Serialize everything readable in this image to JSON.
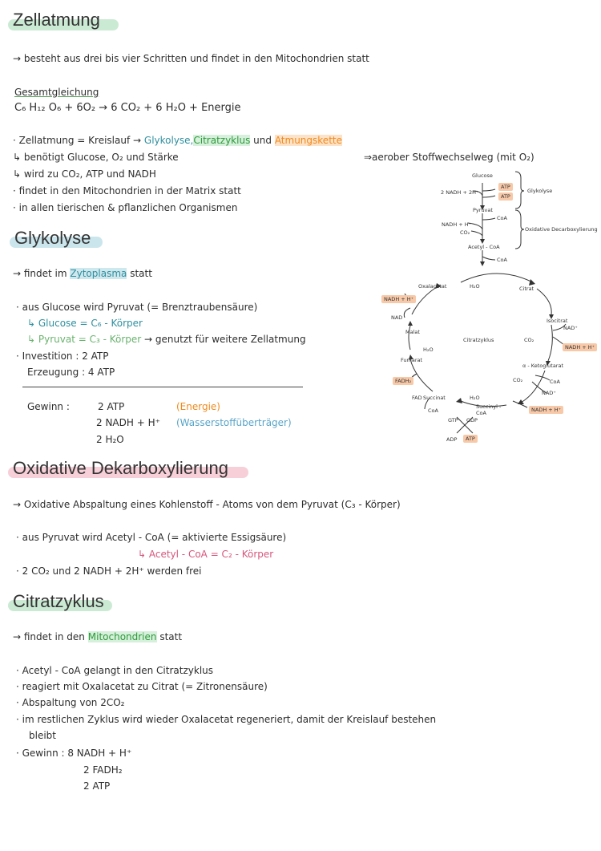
{
  "sections": {
    "zellatmung": {
      "title": "Zellatmung",
      "intro": "→ besteht aus drei bis vier Schritten und findet in den Mitochondrien statt",
      "equation_label": "Gesamtgleichung",
      "equation": "C₆ H₁₂ O₆ + 6O₂ → 6 CO₂ + 6 H₂O + Energie",
      "b1_pre": "· Zellatmung = Kreislauf →",
      "b1_glyk": "Glykolyse,",
      "b1_citrat": "Citratzyklus",
      "b1_und": "und",
      "b1_atm": "Atmungskette",
      "b2": "↳ benötigt Glucose, O₂ und Stärke",
      "b2_right": "⇒aerober Stoffwechselweg (mit O₂)",
      "b3": "↳ wird zu CO₂, ATP und NADH",
      "b4": "· findet in den Mitochondrien in der Matrix statt",
      "b5": "· in allen tierischen & pflanzlichen Organismen"
    },
    "glykolyse": {
      "title": "Glykolyse",
      "intro_pre": "→ findet im",
      "intro_hl": "Zytoplasma",
      "intro_post": "statt",
      "b1": "· aus Glucose wird Pyruvat (= Brenztraubensäure)",
      "b2": "↳ Glucose = C₆ - Körper",
      "b3": "↳ Pyruvat = C₃ - Körper",
      "b3_post": "→ genutzt für weitere Zellatmung",
      "b4": "· Investition : 2 ATP",
      "b5": "Erzeugung : 4 ATP",
      "gewinn_label": "Gewinn :",
      "g1": "2 ATP",
      "g1_note": "(Energie)",
      "g2": "2 NADH + H⁺",
      "g2_note": "(Wasserstoffüberträger)",
      "g3": "2 H₂O"
    },
    "dekarboxylierung": {
      "title": "Oxidative Dekarboxylierung",
      "intro": "→ Oxidative Abspaltung eines Kohlenstoff - Atoms von dem Pyruvat (C₃ - Körper)",
      "b1": "· aus Pyruvat wird Acetyl - CoA (= aktivierte Essigsäure)",
      "b2": "↳ Acetyl - CoA = C₂ - Körper",
      "b3": "· 2 CO₂ und 2 NADH + 2H⁺ werden frei"
    },
    "citratzyklus": {
      "title": "Citratzyklus",
      "intro_pre": "→ findet in den",
      "intro_hl": "Mitochondrien",
      "intro_post": "statt",
      "b1": "· Acetyl - CoA gelangt in den Citratzyklus",
      "b2": "· reagiert mit Oxalacetat zu Citrat (= Zitronensäure)",
      "b3": "· Abspaltung von 2CO₂",
      "b4": "· im restlichen Zyklus wird wieder Oxalacetat regeneriert, damit der Kreislauf bestehen",
      "b4b": "bleibt",
      "gewinn_label": "· Gewinn : 8 NADH + H⁺",
      "g2": "2 FADH₂",
      "g3": "2 ATP"
    }
  },
  "diagram": {
    "glucose": "Glucose",
    "nadh_left": "2 NADH + 2H⁺",
    "atp1": "ATP",
    "atp2": "ATP",
    "glykolyse": "Glykolyse",
    "pyruvat": "Pyruvat",
    "coa1": "CoA",
    "nadh2": "NADH + H⁺",
    "co2_1": "CO₂",
    "oxdek": "Oxidative Decarboxylierung",
    "acetyl": "Acetyl - CoA",
    "coa2": "CoA",
    "oxalacetat": "Oxalacetat",
    "h2o1": "H₂O",
    "citrat": "Citrat",
    "nadh3": "NADH + H⁺",
    "nad1": "NAD",
    "isocitrat": "Isocitrat",
    "nad2": "NAD⁺",
    "co2_2": "CO₂",
    "nadh4": "NADH + H⁺",
    "malat": "Malat",
    "center": "Citratzyklus",
    "h2o2": "H₂O",
    "fumarat": "Fumarat",
    "ketoglut": "α - Ketoglutarat",
    "fadh": "FADH₂",
    "co2_3": "CO₂",
    "coa3": "CoA",
    "nad3": "NAD⁺",
    "fad": "FAD",
    "succinat": "Succinat",
    "h2o3": "H₂O",
    "coa4": "CoA",
    "succoa": "Succinyl - CoA",
    "nadh5": "NADH + H⁺",
    "gtp": "GTP",
    "gdp": "GDP",
    "adp": "ADP",
    "atp3": "ATP"
  }
}
